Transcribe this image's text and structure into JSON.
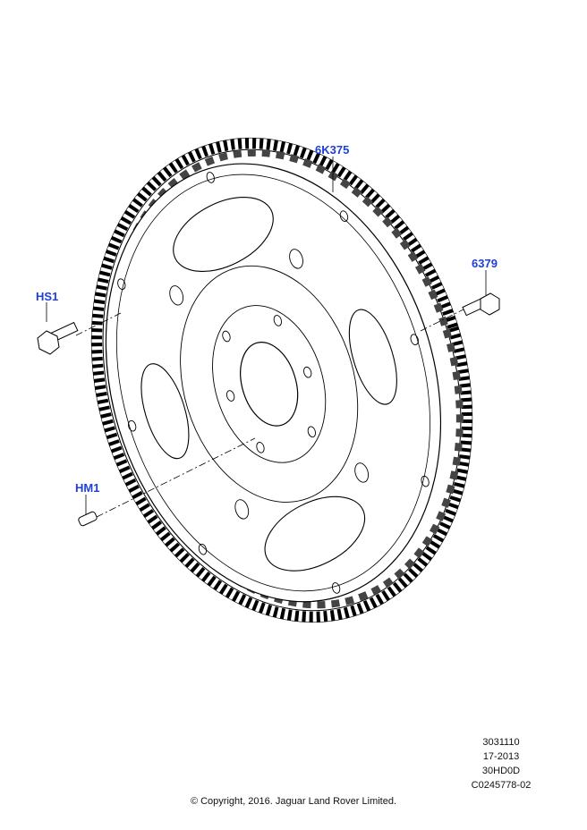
{
  "callouts": {
    "flywheel": "6K375",
    "bolt_right": "6379",
    "bolt_left": "HS1",
    "dowel": "HM1"
  },
  "meta": {
    "line1": "3031110",
    "line2": "17-2013",
    "line3": "30HD0D",
    "line4": "C0245778-02"
  },
  "copyright": "© Copyright, 2016. Jaguar Land Rover Limited.",
  "colors": {
    "callout": "#1f3fd6",
    "line": "#000000"
  }
}
